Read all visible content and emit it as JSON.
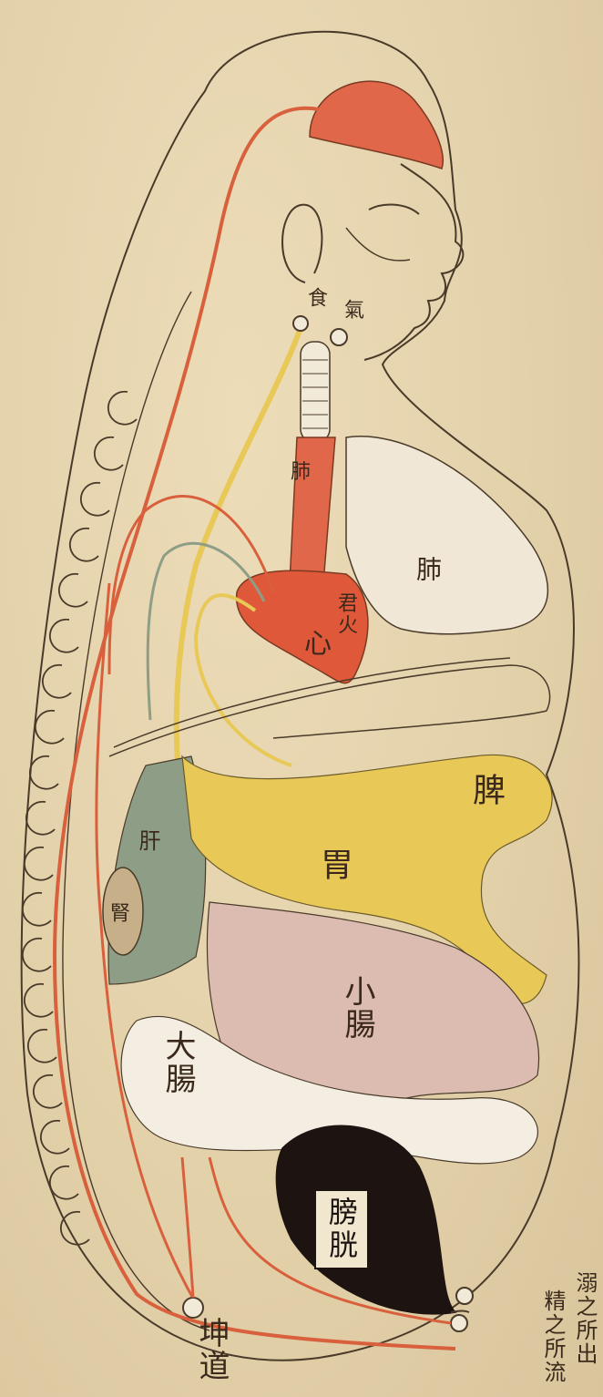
{
  "labels": {
    "shi": "食",
    "qi": "氣",
    "fei_tube": "肺",
    "fei": "肺",
    "xin": "心",
    "jun_huo": "君火",
    "pi": "脾",
    "wei": "胃",
    "gan": "肝",
    "shen": "腎",
    "xiao_chang": "小腸",
    "da_chang": "大腸",
    "pang_guang": "膀胱",
    "gu_dao": "坤道",
    "sou_zhi_suo_chu": "溺之所出",
    "jing_zhi_suo_liu": "精之所流"
  },
  "colors": {
    "paper": "#e7d7b2",
    "ink": "#3b2a1c",
    "vermilion": "#d9603d",
    "heart": "#e0583a",
    "yellow": "#e8c857",
    "green": "#8e9e86",
    "pink": "#dcbcb0",
    "black": "#1d1411"
  }
}
